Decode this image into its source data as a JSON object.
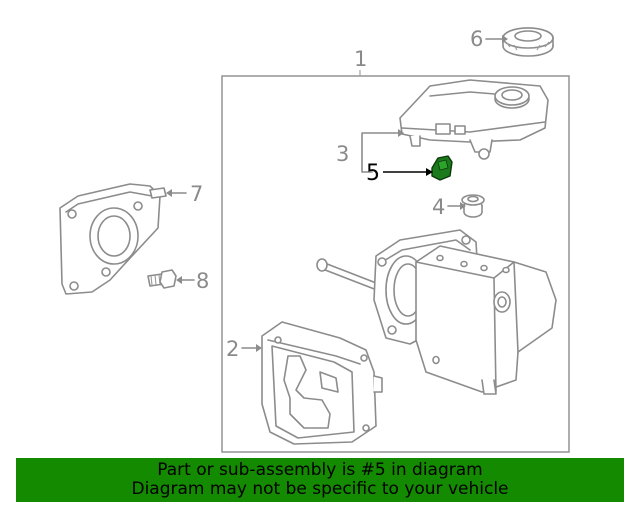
{
  "colors": {
    "banner_bg": "#138a00",
    "highlight_part": "#1b7a1b",
    "line_art": "#8c8c8c",
    "callout_highlight": "#000000"
  },
  "callouts": {
    "c1": "1",
    "c2": "2",
    "c3": "3",
    "c4": "4",
    "c5": "5",
    "c6": "6",
    "c7": "7",
    "c8": "8"
  },
  "banner": {
    "line1": "Part or sub-assembly is #5 in diagram",
    "line2": "Diagram may not be specific to your vehicle"
  }
}
